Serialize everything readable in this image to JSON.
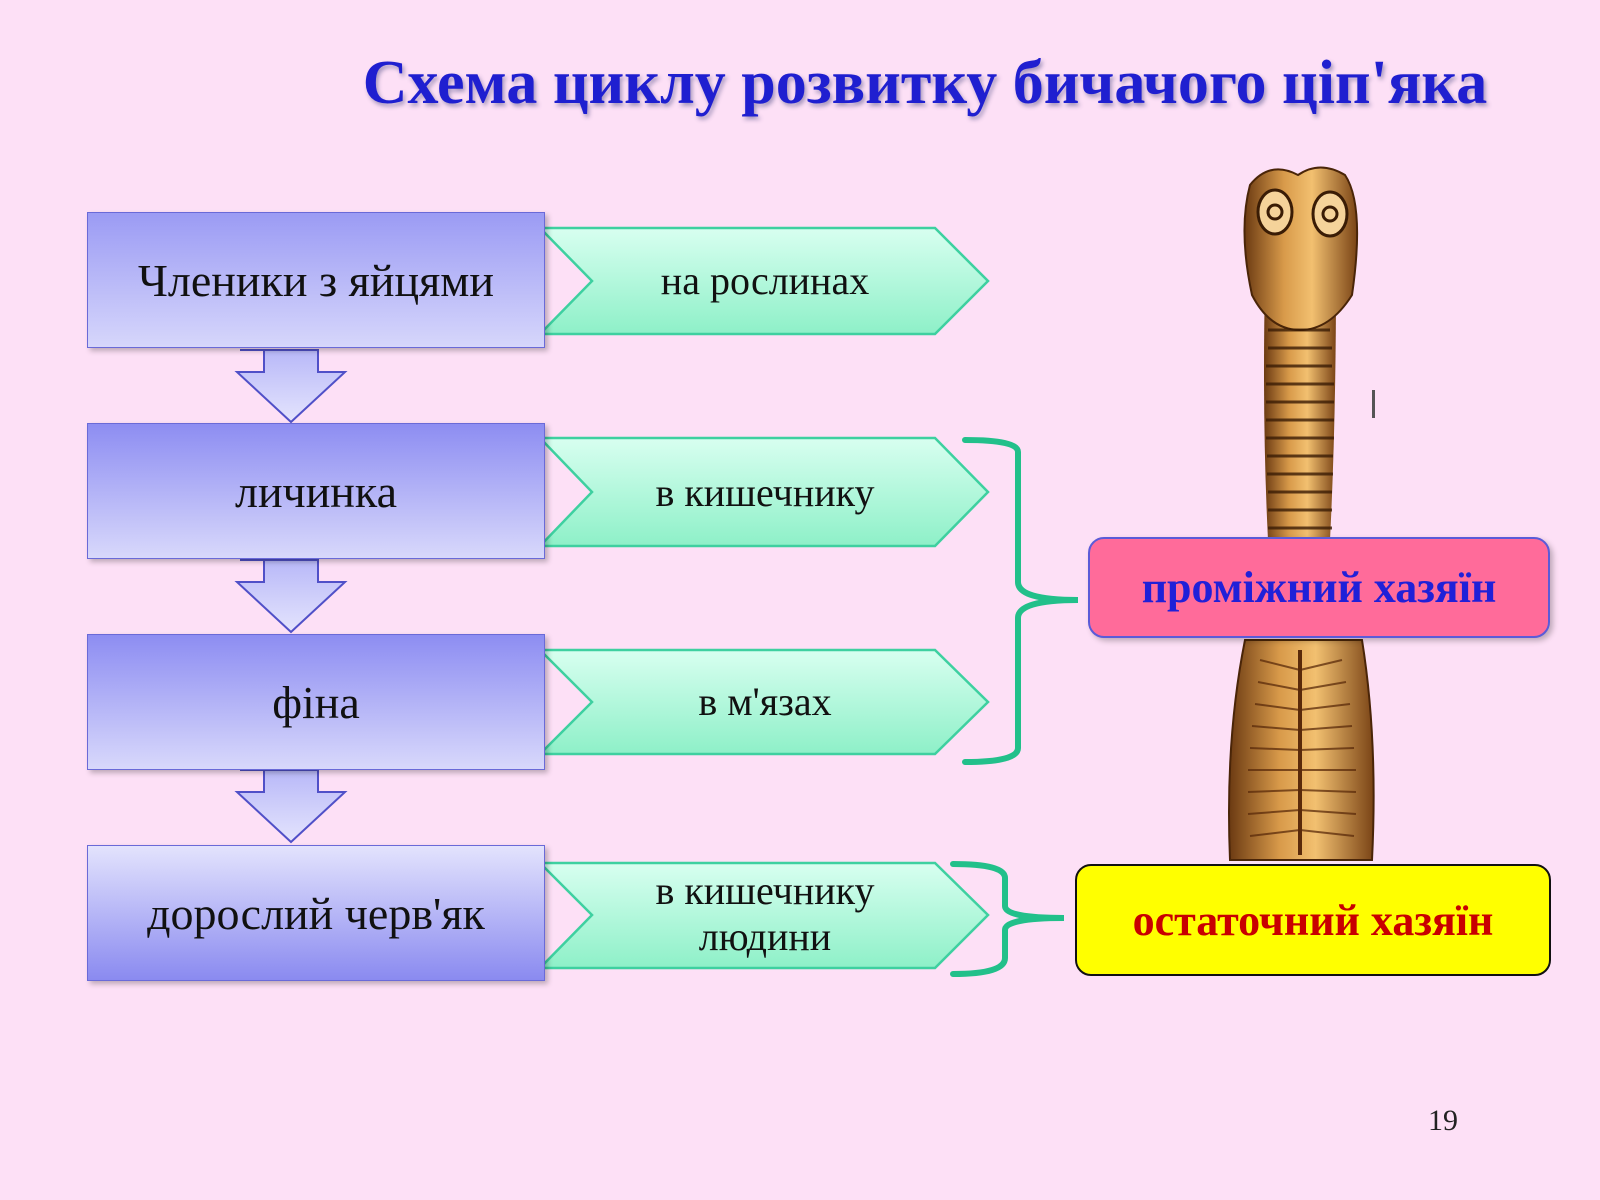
{
  "title": "Схема циклу розвитку бичачого ціп'яка",
  "stages": [
    {
      "label": "Членики з яйцями",
      "location": "на рослинах"
    },
    {
      "label": "личинка",
      "location": "в кишечнику"
    },
    {
      "label": "фіна",
      "location": "в м'язах"
    },
    {
      "label": "дорослий черв'як",
      "location_line1": "в кишечнику",
      "location_line2": "людини"
    }
  ],
  "hosts": {
    "intermediate": "проміжний хазяїн",
    "final": "остаточний хазяїн"
  },
  "page_number": "19",
  "colors": {
    "background": "#fde0f6",
    "title": "#1f1fd0",
    "stage_box": "#9b9bf4",
    "chevron": "#a8f5d8",
    "bracket": "#22c08a",
    "intermediate_host": "#ff6b9a",
    "final_host": "#ffff00"
  },
  "image": "tapeworm-scolex-illustration"
}
